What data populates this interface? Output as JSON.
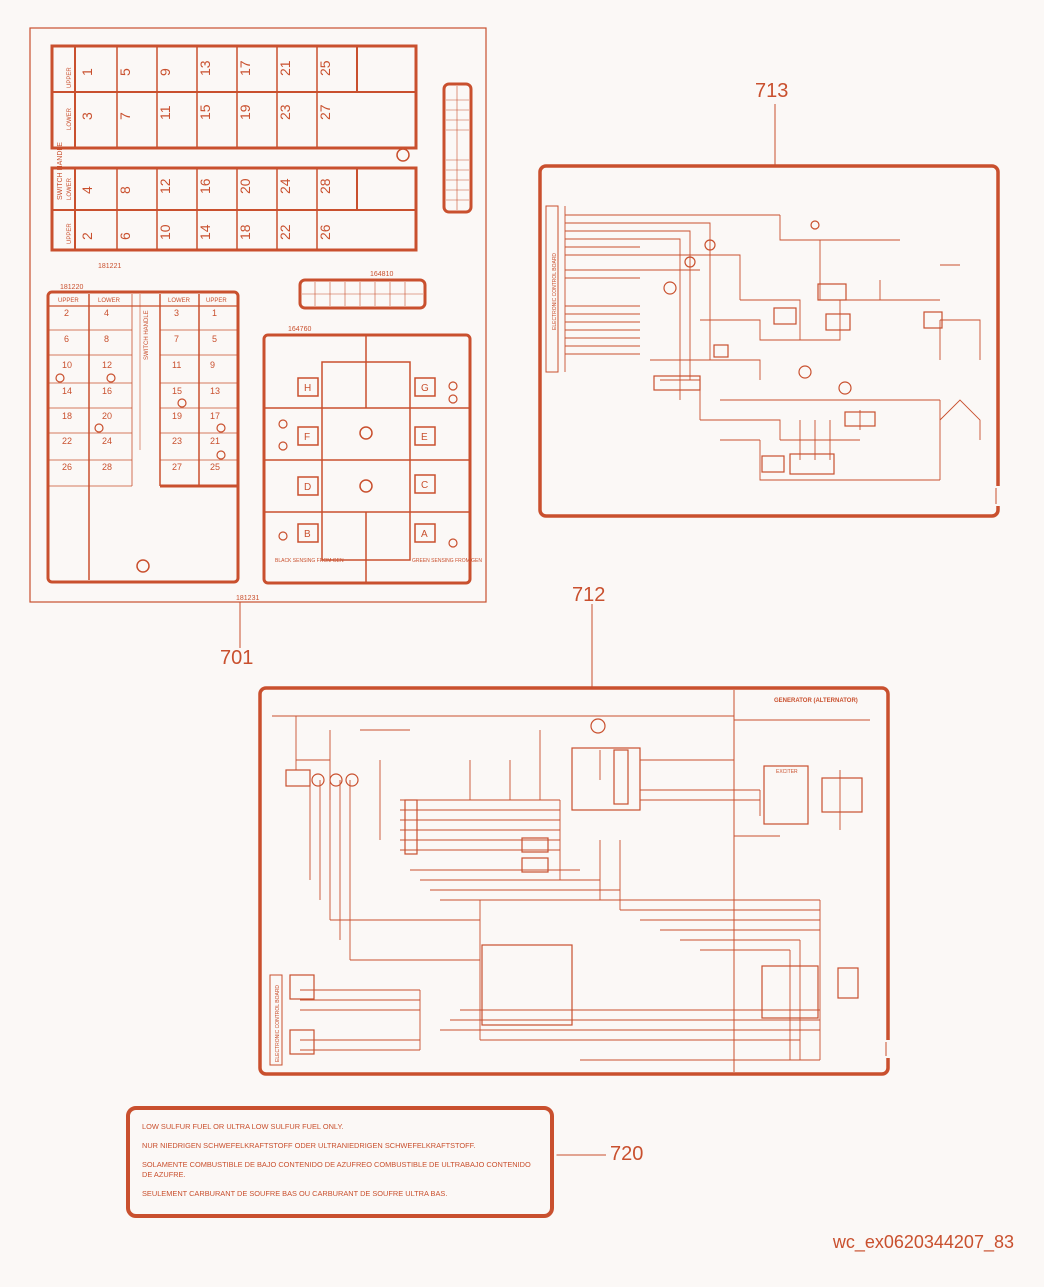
{
  "callouts": {
    "c701": "701",
    "c712": "712",
    "c713": "713",
    "c720": "720"
  },
  "footer_id": "wc_ex0620344207_83",
  "decal701": {
    "upper_panel_part": "181221",
    "left_panel_part": "181220",
    "small_panel_part": "164810",
    "switch_panel_part": "164760",
    "bottom_part": "181231",
    "switch_handle": "SWITCH HANDLE",
    "upper": "UPPER",
    "lower": "LOWER",
    "upper_row1": [
      "1",
      "5",
      "9",
      "13",
      "17",
      "21",
      "25"
    ],
    "lower_row2": [
      "3",
      "7",
      "11",
      "15",
      "19",
      "23",
      "27"
    ],
    "lower_row3": [
      "4",
      "8",
      "12",
      "16",
      "20",
      "24",
      "28"
    ],
    "upper_row4": [
      "2",
      "6",
      "10",
      "14",
      "18",
      "22",
      "26"
    ],
    "tab_headers": [
      "UPPER",
      "LOWER",
      "LOWER",
      "UPPER"
    ],
    "col1": [
      "2",
      "6",
      "10",
      "14",
      "18",
      "22",
      "26"
    ],
    "col2": [
      "4",
      "8",
      "12",
      "16",
      "20",
      "24",
      "28"
    ],
    "col3": [
      "3",
      "7",
      "11",
      "15",
      "19",
      "23",
      "27"
    ],
    "col4": [
      "1",
      "5",
      "9",
      "13",
      "17",
      "21",
      "25"
    ],
    "switch_letters": [
      "H",
      "G",
      "F",
      "E",
      "D",
      "C",
      "B",
      "A"
    ],
    "black_sensing": "BLACK SENSING FROM GEN",
    "green_sensing": "GREEN SENSING FROM GEN"
  },
  "decal713": {
    "board_label": "ELECTRONIC CONTROL BOARD"
  },
  "decal712": {
    "generator_label": "GENERATOR (ALTERNATOR)",
    "exciter": "EXCITER",
    "board_label": "ELECTRONIC CONTROL BOARD"
  },
  "decal720": {
    "line1": "LOW SULFUR FUEL OR ULTRA LOW SULFUR FUEL ONLY.",
    "line2": "NUR NIEDRIGEN SCHWEFELKRAFTSTOFF ODER ULTRANIEDRIGEN SCHWEFELKRAFTSTOFF.",
    "line3": "SOLAMENTE COMBUSTIBLE DE BAJO CONTENIDO DE AZUFREO COMBUSTIBLE DE ULTRABAJO CONTENIDO DE AZUFRE.",
    "line4": "SEULEMENT CARBURANT DE SOUFRE BAS OU CARBURANT DE SOUFRE ULTRA BAS."
  }
}
